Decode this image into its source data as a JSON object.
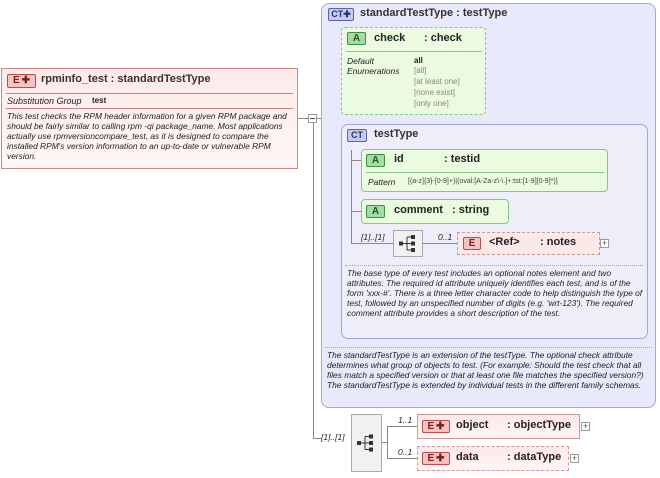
{
  "root": {
    "badge": "E",
    "name": "rpminfo_test : standardTestType",
    "subst_label": "Substitution Group",
    "subst_value": "test",
    "description": "This test checks the RPM header information for a given RPM package and should be fairly similar to calling rpm -qi package_name.  Most applications actually use rpmversioncompare_test, as it is designed to compare the installed RPM's version information to an up-to-date or vulnerable RPM version."
  },
  "ct_outer": {
    "badge": "CT",
    "name": "standardTestType : testType",
    "check": {
      "badge": "A",
      "name": "check",
      "type": ": check",
      "label1": "Default",
      "label2": "Enumerations",
      "default_value": "all",
      "enumerations": [
        "[all]",
        "[at least one]",
        "[none exist]",
        "[only one]"
      ]
    },
    "description": "The standardTestType is an extension of the testType.  The optional check attribute determines what group of objects to test.  (For example: Should the test check that all files match a specified version or that at least one file matches the specified version?)  The standardTestType is extended by individual tests in the different family schemas."
  },
  "ct_inner": {
    "badge": "CT",
    "name": "testType",
    "id_attr": {
      "badge": "A",
      "name": "id",
      "type": ": testid",
      "pattern_label": "Pattern",
      "pattern_value": "[(a-z]{3}-[0-9]+)|(oval:[A-Za-z\\-\\.]+:tst:[1-9][0-9]*)]"
    },
    "comment_attr": {
      "badge": "A",
      "name": "comment",
      "type": ": string"
    },
    "seq_mult": "[1]..[1]",
    "ref_mult": "0..1",
    "ref": {
      "badge": "E",
      "name": "<Ref>",
      "type": ": notes"
    },
    "description": "The base type of every test includes an optional notes element and two attributes.  The required id attribute uniquely identifies each test, and is of the form 'xxx-#'.  There is a three letter character code to help distinguish the type of test, followed by an unspecified number of digits (e.g. 'wrt-123').  The required comment attribute provides a short description of the test."
  },
  "bottom_seq": {
    "mult": "[1]..[1]",
    "object": {
      "mult": "1..1",
      "badge": "E",
      "name": "object",
      "type": ": objectType"
    },
    "data": {
      "mult": "0..1",
      "badge": "E",
      "name": "data",
      "type": ": dataType"
    }
  },
  "colors": {
    "ct_fill": "#e8e9fa",
    "attr_fill": "#e9fae0",
    "elem_fill": "#fde8e8"
  }
}
